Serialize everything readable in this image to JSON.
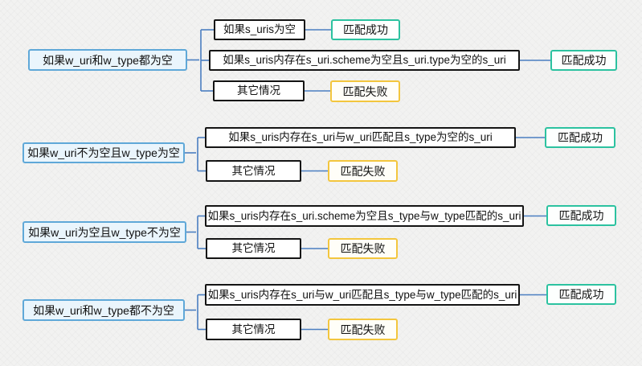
{
  "diagram": {
    "colors": {
      "root_border": "#5fa8d8",
      "root_fill": "#eaf5fc",
      "condition_border": "#141414",
      "success_border": "#2cc2a0",
      "fail_border": "#f3c63e",
      "connector": "#4a7ec1",
      "background": "#f2f2f1"
    },
    "groups": [
      {
        "root": "如果w_uri和w_type都为空",
        "children": [
          {
            "condition": "如果s_uris为空",
            "result": "匹配成功",
            "result_type": "success"
          },
          {
            "condition": "如果s_uris内存在s_uri.scheme为空且s_uri.type为空的s_uri",
            "result": "匹配成功",
            "result_type": "success"
          },
          {
            "condition": "其它情况",
            "result": "匹配失败",
            "result_type": "fail"
          }
        ]
      },
      {
        "root": "如果w_uri不为空且w_type为空",
        "children": [
          {
            "condition": "如果s_uris内存在s_uri与w_uri匹配且s_type为空的s_uri",
            "result": "匹配成功",
            "result_type": "success"
          },
          {
            "condition": "其它情况",
            "result": "匹配失败",
            "result_type": "fail"
          }
        ]
      },
      {
        "root": "如果w_uri为空且w_type不为空",
        "children": [
          {
            "condition": "如果s_uris内存在s_uri.scheme为空且s_type与w_type匹配的s_uri",
            "result": "匹配成功",
            "result_type": "success"
          },
          {
            "condition": "其它情况",
            "result": "匹配失败",
            "result_type": "fail"
          }
        ]
      },
      {
        "root": "如果w_uri和w_type都不为空",
        "children": [
          {
            "condition": "如果s_uris内存在s_uri与w_uri匹配且s_type与w_type匹配的s_uri",
            "result": "匹配成功",
            "result_type": "success"
          },
          {
            "condition": "其它情况",
            "result": "匹配失败",
            "result_type": "fail"
          }
        ]
      }
    ]
  }
}
